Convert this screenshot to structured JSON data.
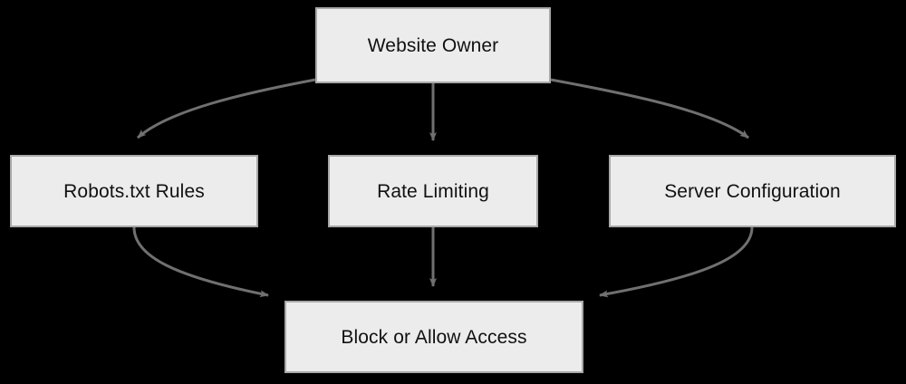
{
  "diagram": {
    "type": "flowchart",
    "background_color": "#000000",
    "node_fill": "#ececec",
    "node_border": "#a8a8a8",
    "edge_color": "#707070",
    "text_color": "#111111",
    "nodes": [
      {
        "id": "owner",
        "label": "Website Owner"
      },
      {
        "id": "robots",
        "label": "Robots.txt Rules"
      },
      {
        "id": "rate",
        "label": "Rate Limiting"
      },
      {
        "id": "server",
        "label": "Server Configuration"
      },
      {
        "id": "block",
        "label": "Block or Allow Access"
      }
    ],
    "edges": [
      {
        "from": "owner",
        "to": "robots",
        "label": ""
      },
      {
        "from": "owner",
        "to": "rate",
        "label": ""
      },
      {
        "from": "owner",
        "to": "server",
        "label": ""
      },
      {
        "from": "robots",
        "to": "block",
        "label": ""
      },
      {
        "from": "rate",
        "to": "block",
        "label": ""
      },
      {
        "from": "server",
        "to": "block",
        "label": ""
      }
    ]
  }
}
